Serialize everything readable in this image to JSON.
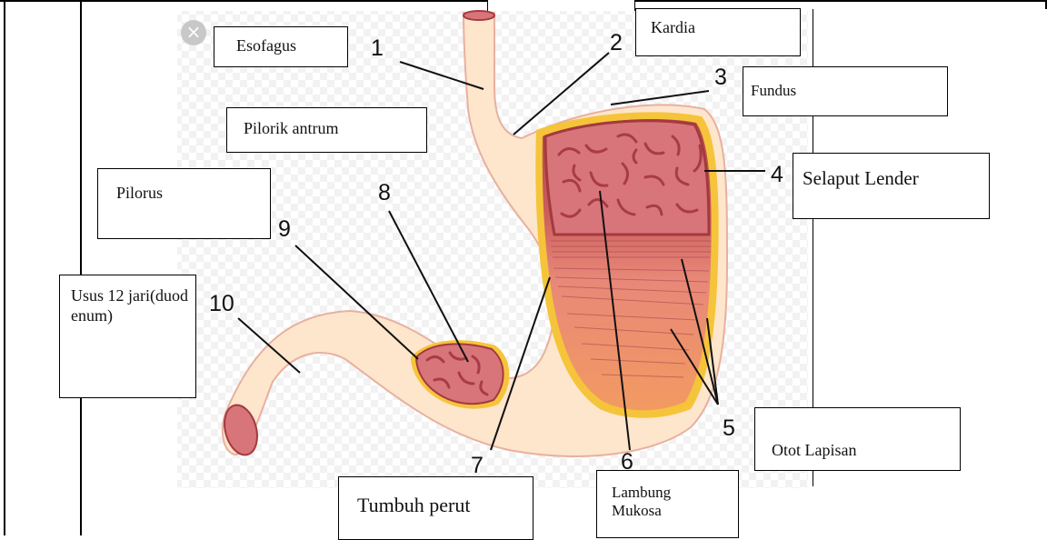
{
  "colors": {
    "stomach_fill": "#fde6cc",
    "stomach_outline": "#e8b0a0",
    "mucosa": "#d8757a",
    "mucosa_edge": "#a33a3e",
    "muscle_dark": "#b44a50",
    "muscle_mid": "#e07b6a",
    "muscle_light": "#f09a6a",
    "yellow_edge": "#f5c43a"
  },
  "close_icon": "×",
  "labels": {
    "esofagus": "Esofagus",
    "kardia": "Kardia",
    "fundus": "Fundus",
    "pilorik_antrum": "Pilorik antrum",
    "selaput_lender": "Selaput Lender",
    "pilorus": "Pilorus",
    "usus_12": "Usus 12 jari(duodenum)",
    "tumbuh_perut": "Tumbuh perut",
    "lambung_mukosa": "Lambung Mukosa",
    "otot_lapisan": "Otot Lapisan"
  },
  "numbers": {
    "n1": "1",
    "n2": "2",
    "n3": "3",
    "n4": "4",
    "n5": "5",
    "n6": "6",
    "n7": "7",
    "n8": "8",
    "n9": "9",
    "n10": "10"
  }
}
